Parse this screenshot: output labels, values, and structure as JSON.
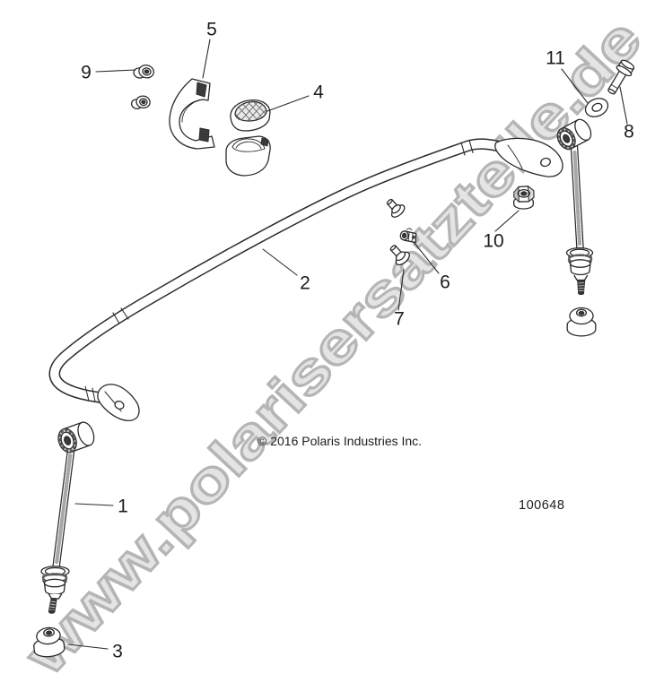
{
  "watermark": {
    "text": "www.polarisersatzteile.de",
    "fill_color": "#e4e4e4",
    "outline_color": "#b5b5b5"
  },
  "footer": {
    "copyright": "© 2016 Polaris Industries Inc.",
    "drawing_number": "100648"
  },
  "callouts": [
    "1",
    "2",
    "3",
    "4",
    "5",
    "6",
    "7",
    "8",
    "9",
    "10",
    "11"
  ],
  "colors": {
    "line": "#2b2b2b",
    "background": "#ffffff"
  }
}
